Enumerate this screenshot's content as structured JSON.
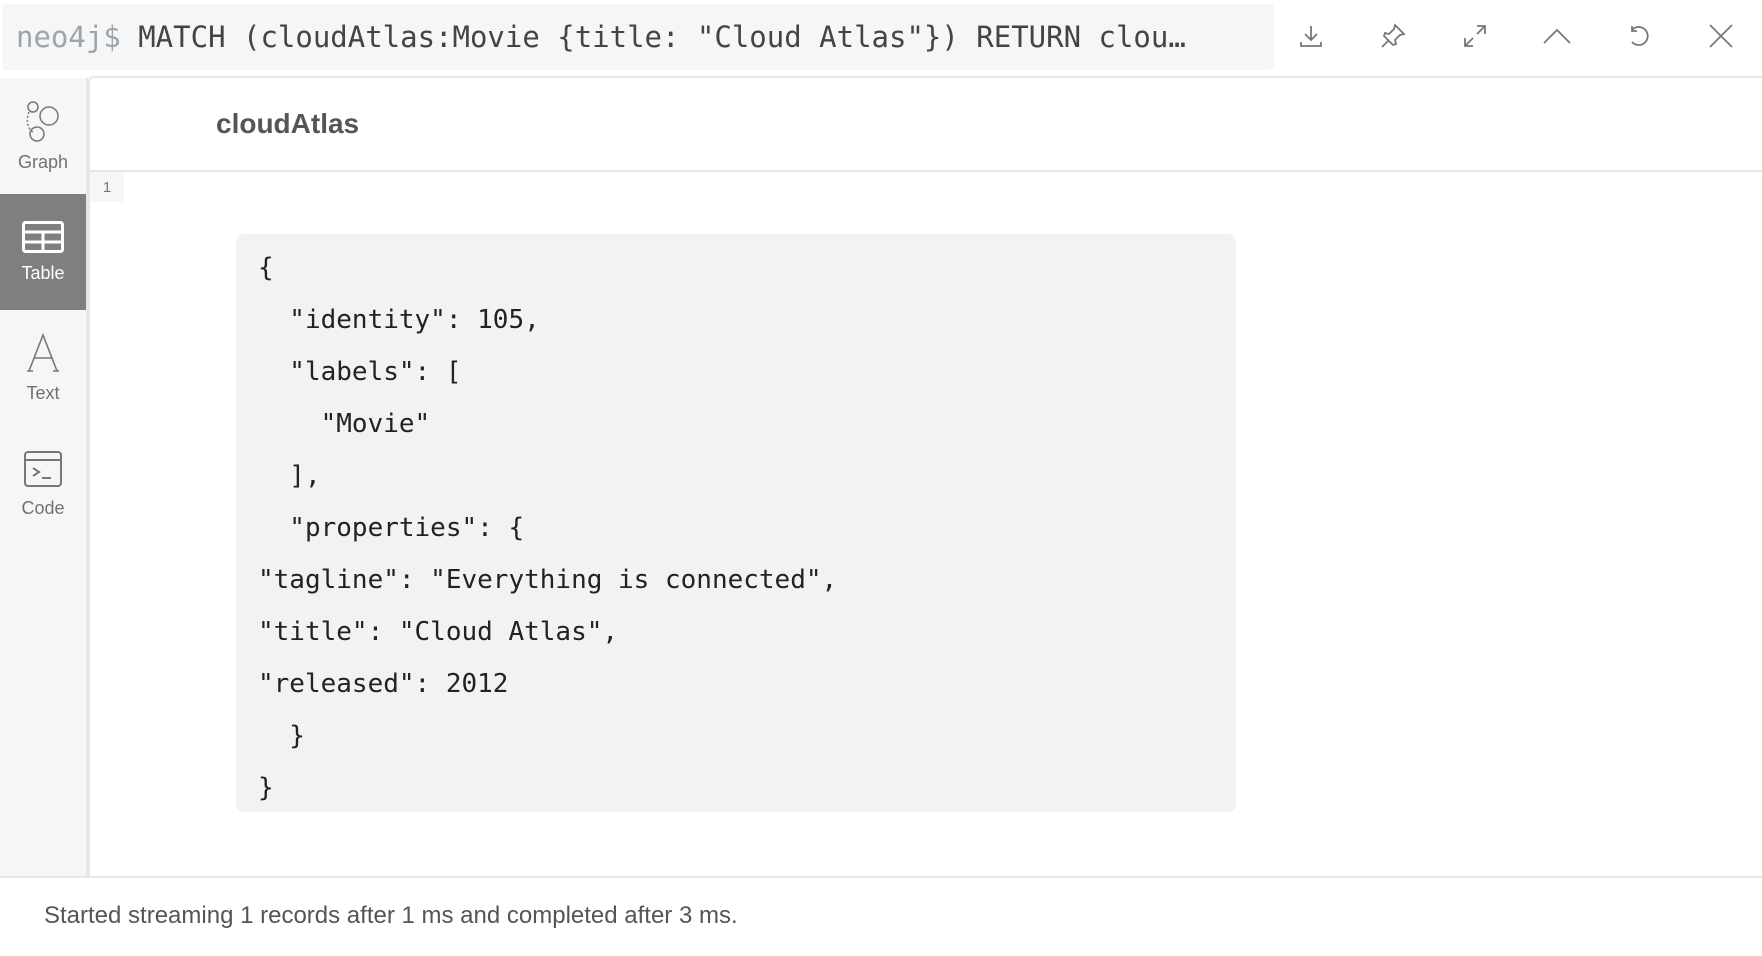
{
  "editor": {
    "prompt": "neo4j$",
    "query": " MATCH (cloudAtlas:Movie {title: \"Cloud Atlas\"}) RETURN clou…"
  },
  "actions": [
    "download-icon",
    "pin-icon",
    "expand-icon",
    "collapse-icon",
    "rerun-icon",
    "close-icon"
  ],
  "sidebar": {
    "items": [
      {
        "label": "Graph",
        "icon": "graph-icon"
      },
      {
        "label": "Table",
        "icon": "table-icon",
        "active": true
      },
      {
        "label": "Text",
        "icon": "text-icon"
      },
      {
        "label": "Code",
        "icon": "code-icon"
      }
    ]
  },
  "result": {
    "column": "cloudAtlas",
    "row_number": "1",
    "lines": [
      "{",
      "  \"identity\": 105,",
      "  \"labels\": [",
      "    \"Movie\"",
      "  ],",
      "  \"properties\": {",
      "\"tagline\": \"Everything is connected\",",
      "\"title\": \"Cloud Atlas\",",
      "\"released\": 2012",
      "  }",
      "}"
    ]
  },
  "footer": {
    "status": "Started streaming 1 records after 1 ms and completed after 3 ms."
  }
}
